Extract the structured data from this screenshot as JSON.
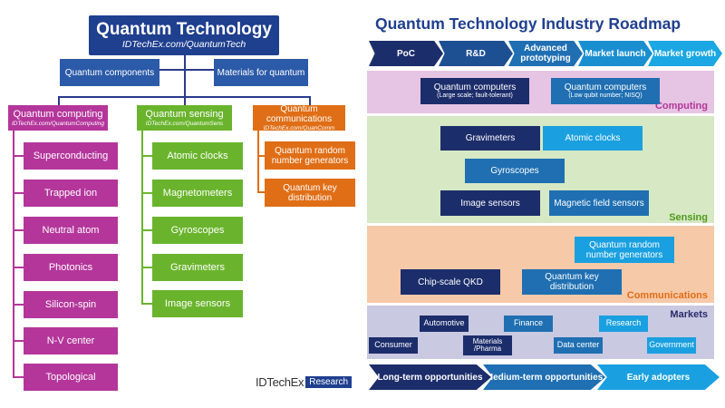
{
  "tree": {
    "root": {
      "title": "Quantum Technology",
      "subtitle": "IDTechEx.com/QuantumTech"
    },
    "level1": [
      "Quantum components",
      "Materials for quantum"
    ],
    "computing": {
      "title": "Quantum computing",
      "link": "IDTechEx.com/QuantumComputing",
      "items": [
        "Superconducting",
        "Trapped ion",
        "Neutral atom",
        "Photonics",
        "Silicon-spin",
        "N-V center",
        "Topological"
      ]
    },
    "sensing": {
      "title": "Quantum sensing",
      "link": "IDTechEx.com/QuantumSens",
      "items": [
        "Atomic clocks",
        "Magnetometers",
        "Gyroscopes",
        "Gravimeters",
        "Image sensors"
      ]
    },
    "communications": {
      "title": "Quantum communications",
      "link": "IDTechEx.com/QuanComm",
      "items": [
        "Quantum random number generators",
        "Quantum key distribution"
      ]
    }
  },
  "brand": {
    "name": "IDTechEx",
    "tag": "Research"
  },
  "roadmap": {
    "title": "Quantum Technology Industry Roadmap",
    "stages": [
      "PoC",
      "R&D",
      "Advanced prototyping",
      "Market launch",
      "Market growth"
    ],
    "computing": {
      "label": "Computing",
      "items": [
        {
          "main": "Quantum computers",
          "note": "(Large scale; fault-tolerant)"
        },
        {
          "main": "Quantum computers",
          "note": "(Low qubit number; NISQ)"
        }
      ]
    },
    "sensing": {
      "label": "Sensing",
      "items": [
        "Gravimeters",
        "Atomic clocks",
        "Gyroscopes",
        "Image sensors",
        "Magnetic field sensors"
      ]
    },
    "communications": {
      "label": "Communications",
      "items": [
        "Quantum random number generators",
        "Chip-scale QKD",
        "Quantum key distribution"
      ]
    },
    "markets": {
      "label": "Markets",
      "items": [
        "Automotive",
        "Finance",
        "Research",
        "Consumer",
        "Materials /Pharma",
        "Data center",
        "Government"
      ]
    },
    "opportunities": [
      "Long-term opportunities",
      "Medium-term opportunities",
      "Early adopters"
    ]
  },
  "colors": {
    "navy": "#1f3f8f",
    "computing_purple": "#b4369b",
    "sensing_green": "#6ab42d",
    "comms_orange": "#e06e16",
    "panel_pink": "#e6c4e3",
    "panel_green": "#d6e8c4",
    "panel_orange": "#f6c9a9",
    "panel_lavender": "#c9c9e2"
  }
}
